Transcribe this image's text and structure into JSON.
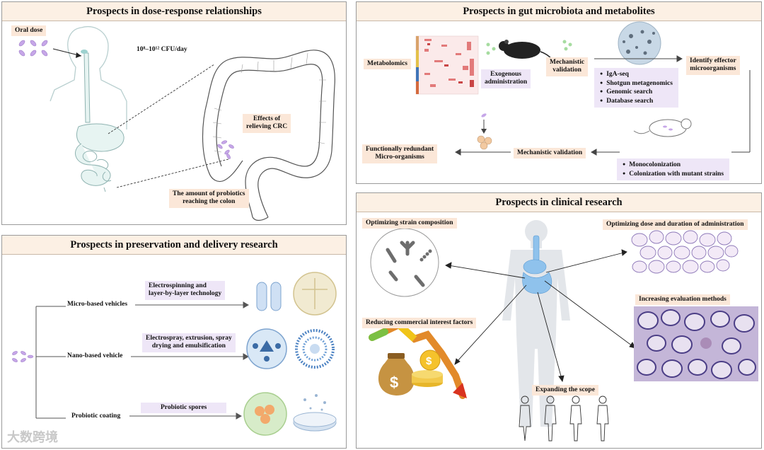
{
  "panel_dose": {
    "title": "Prospects in dose-response relationships",
    "oral_dose": "Oral dose",
    "cfu": "10⁸–10¹² CFU/day",
    "effects": "Effects of\nrelieving CRC",
    "amount": "The amount of probiotics\nreaching the colon"
  },
  "panel_gut": {
    "title": "Prospects in gut microbiota and metabolites",
    "metabolomics": "Metabolomics",
    "exogenous": "Exogenous\nadministration",
    "mechanistic_top": "Mechanistic\nvalidation",
    "identify": "Identify effector\nmicroorganisms",
    "methods": [
      "IgA-seq",
      "Shotgun metagenomics",
      "Genomic search",
      "Database search"
    ],
    "functionally": "Functionally redundant\nMicro-organisms",
    "mechanistic_bottom": "Mechanistic validation",
    "colonization": [
      "Monocolonization",
      "Colonization with mutant strains"
    ]
  },
  "panel_preservation": {
    "title": "Prospects in preservation and delivery research",
    "micro": "Micro-based vehicles",
    "micro_tech": "Electrospinning and\nlayer-by-layer technology",
    "nano": "Nano-based vehicle",
    "nano_tech": "Electrospray, extrusion, spray\ndrying and emulsification",
    "coating": "Probiotic coating",
    "spores": "Probiotic spores"
  },
  "panel_clinical": {
    "title": "Prospects in clinical research",
    "strain": "Optimizing strain composition",
    "dose": "Optimizing dose and duration of administration",
    "evaluation": "Increasing evaluation methods",
    "commercial": "Reducing commercial interest factors",
    "scope": "Expanding the scope"
  },
  "watermark": "大数跨境",
  "colors": {
    "title_bg": "#fcf0e4",
    "peach": "#fbe7d8",
    "lavender": "#eee6f7",
    "border": "#9a9a9a"
  }
}
